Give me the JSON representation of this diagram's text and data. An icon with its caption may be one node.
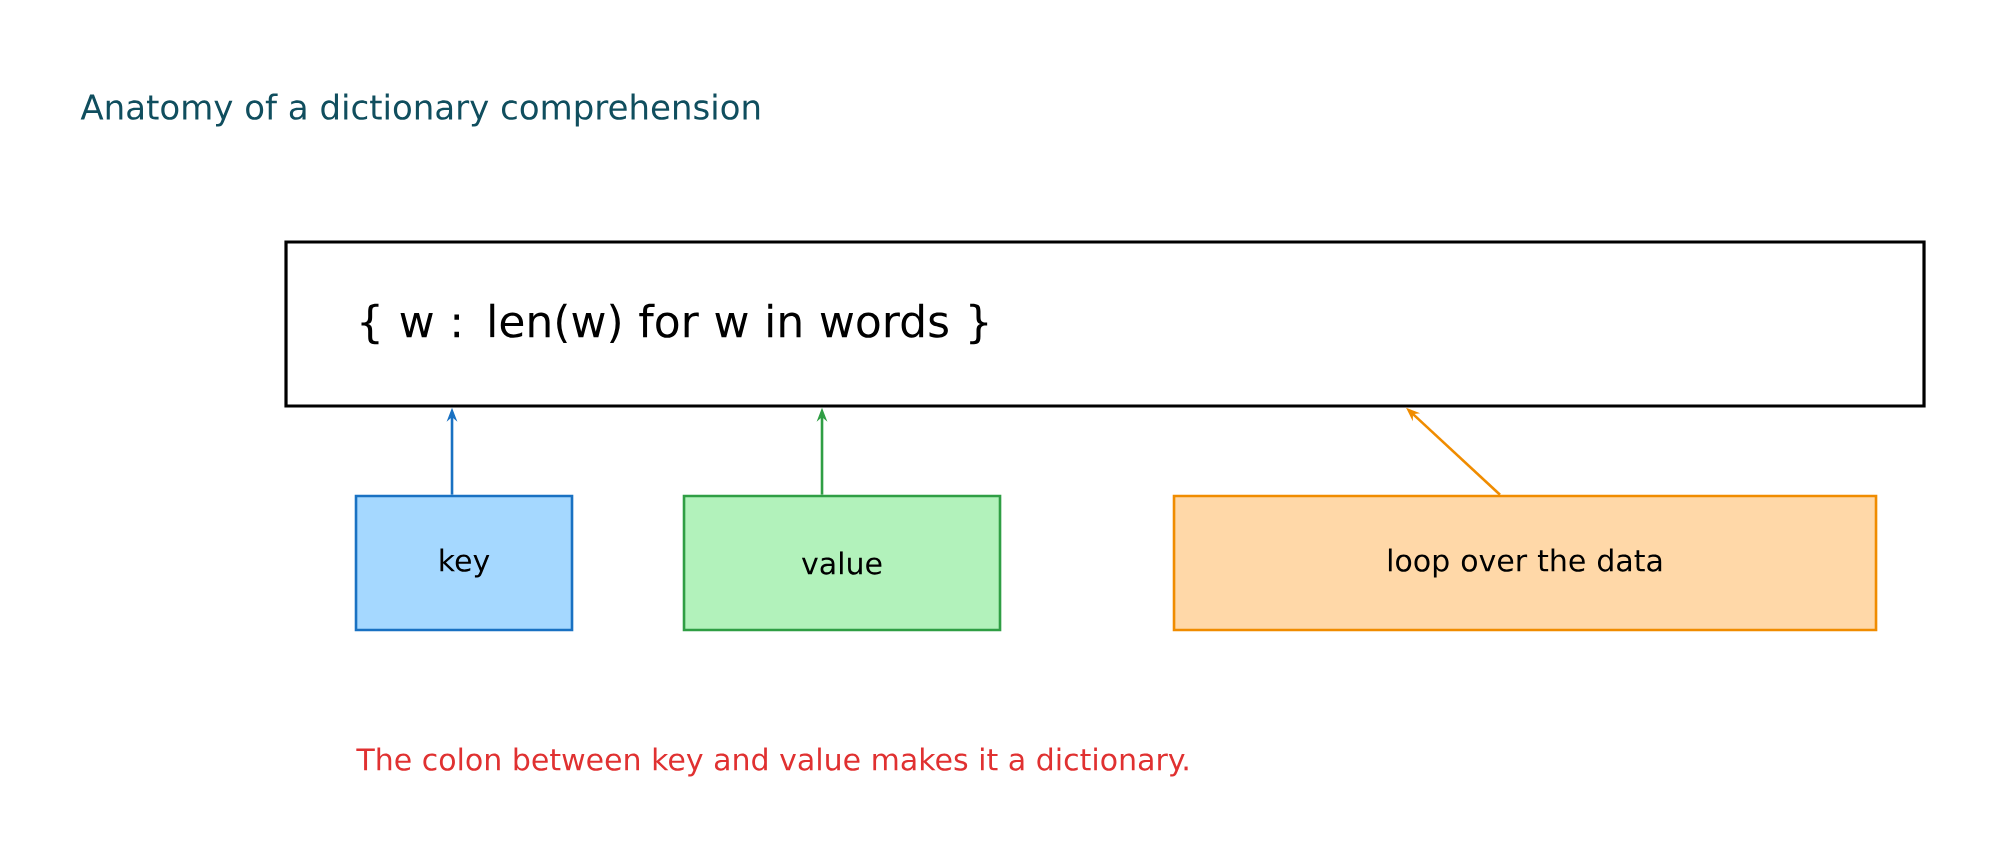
{
  "diagram": {
    "title": "Anatomy of a dictionary comprehension",
    "nodes": [
      {
        "text": [
          "{ w : len(w) for w in words }"
        ]
      },
      {
        "text": [
          "key"
        ]
      },
      {
        "text": [
          "value"
        ]
      },
      {
        "text": [
          "loop over the data"
        ]
      }
    ],
    "edges": [
      {
        "from": 1,
        "to": 0,
        "arrow": "to",
        "color": "#1971c2"
      },
      {
        "from": 2,
        "to": 0,
        "arrow": "to",
        "color": "#2f9e44"
      },
      {
        "from": 3,
        "to": 0,
        "arrow": "to",
        "color": "#f08c00"
      }
    ],
    "labels": [
      "The colon between key and value makes it a dictionary."
    ]
  }
}
